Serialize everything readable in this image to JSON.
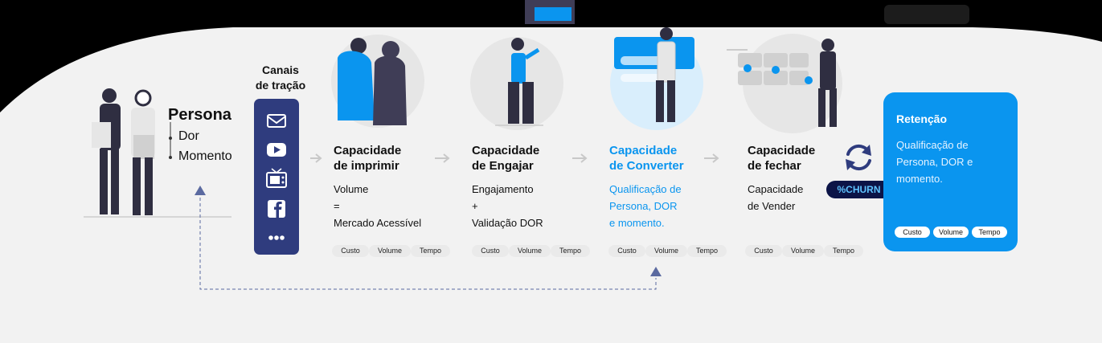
{
  "persona": {
    "title": "Persona",
    "items": [
      "Dor",
      "Momento"
    ]
  },
  "channels": {
    "title_line1": "Canais",
    "title_line2": "de tração",
    "icons": [
      "mail-icon",
      "youtube-icon",
      "tv-icon",
      "facebook-icon",
      "more-icon"
    ]
  },
  "stages": [
    {
      "title_line1": "Capacidade",
      "title_line2": "de imprimir",
      "lines": [
        "Volume",
        "=",
        "Mercado Acessível"
      ],
      "metrics": [
        "Custo",
        "Volume",
        "Tempo"
      ]
    },
    {
      "title_line1": "Capacidade",
      "title_line2": "de Engajar",
      "lines": [
        "Engajamento",
        "+",
        "Validação DOR"
      ],
      "metrics": [
        "Custo",
        "Volume",
        "Tempo"
      ]
    },
    {
      "title_line1": "Capacidade",
      "title_line2": "de Converter",
      "lines": [
        "Qualificação de",
        "Persona, DOR",
        "e momento."
      ],
      "metrics": [
        "Custo",
        "Volume",
        "Tempo"
      ]
    },
    {
      "title_line1": "Capacidade",
      "title_line2": "de fechar",
      "lines": [
        "Capacidade",
        "de Vender"
      ],
      "metrics": [
        "Custo",
        "Volume",
        "Tempo"
      ]
    }
  ],
  "churn": {
    "label": "%CHURN"
  },
  "retention": {
    "title": "Retenção",
    "lines": [
      "Qualificação de",
      "Persona, DOR e",
      "momento."
    ],
    "metrics": [
      "Custo",
      "Volume",
      "Tempo"
    ]
  },
  "colors": {
    "accent": "#0a95ef",
    "navy": "#2f3c7e",
    "background": "#f2f2f2",
    "churn_badge": "#0c1447"
  }
}
